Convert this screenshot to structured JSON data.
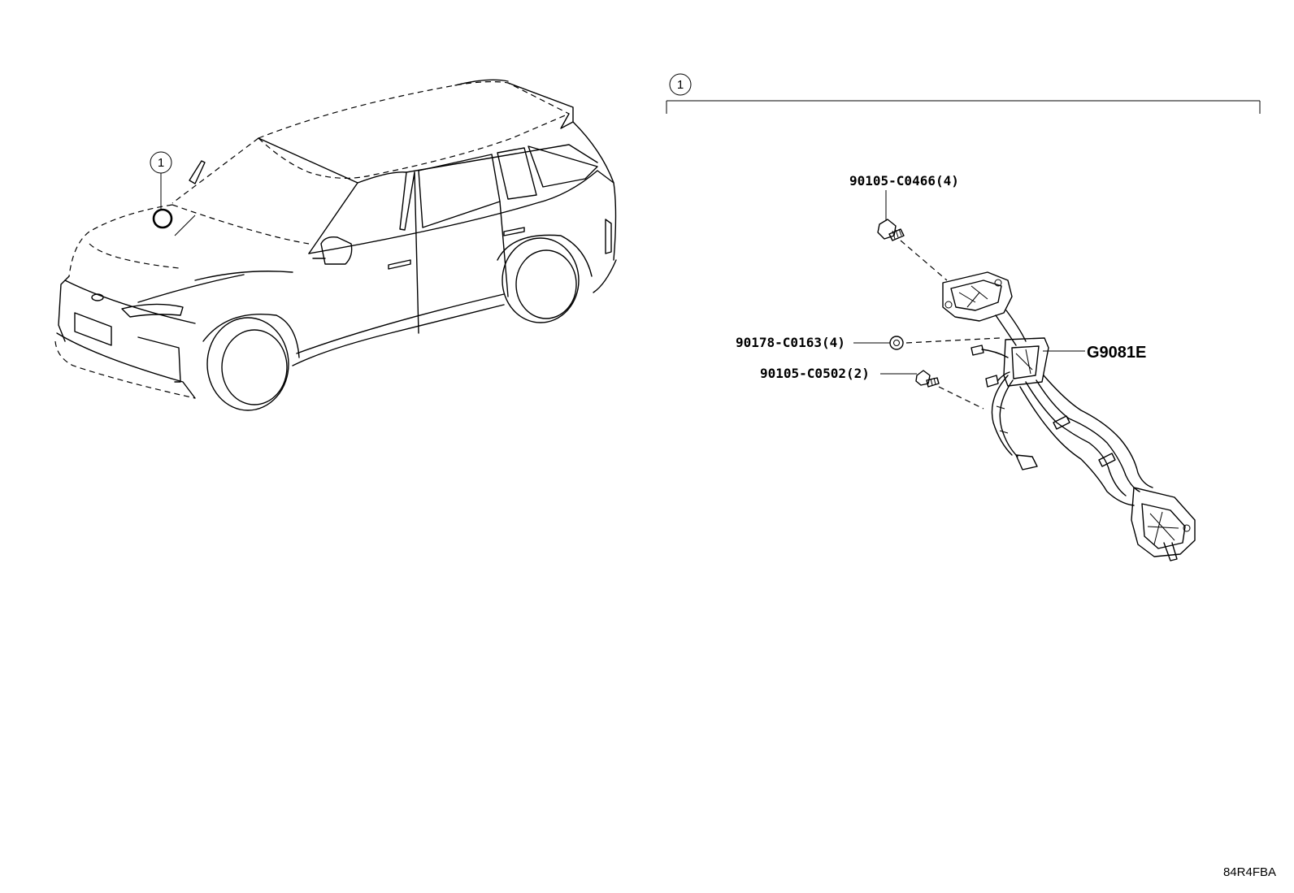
{
  "diagram": {
    "callout_number": "1",
    "bracket_callout_number": "1",
    "parts": [
      {
        "id": "bolt_top",
        "label": "90105-C0466(4)"
      },
      {
        "id": "nut",
        "label": "90178-C0163(4)"
      },
      {
        "id": "bolt_bottom",
        "label": "90105-C0502(2)"
      },
      {
        "id": "harness",
        "label": "G9081E"
      }
    ],
    "figure_code": "84R4FBA"
  }
}
